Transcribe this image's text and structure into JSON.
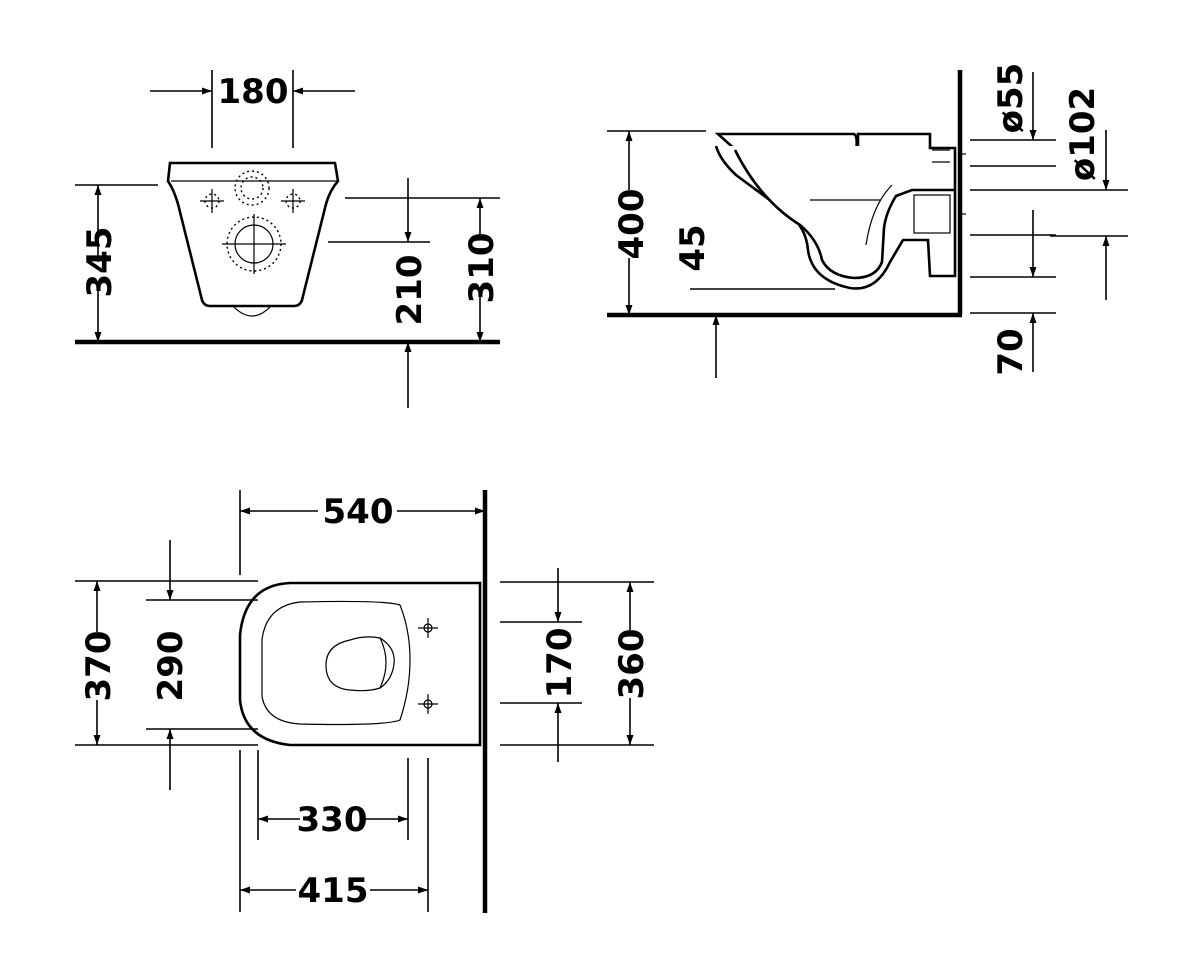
{
  "front_view": {
    "width_label": "180",
    "height_label": "345",
    "fixing_height_label": "210",
    "inlet_height_label": "310"
  },
  "side_view": {
    "height_label": "400",
    "seat_gap_label": "45",
    "outlet_diameter_label": "ø55",
    "inlet_diameter_label": "ø102",
    "floor_gap_label": "70"
  },
  "top_view": {
    "length_label": "540",
    "width_label": "370",
    "inner_width_label": "290",
    "bowl_length_label": "330",
    "rim_length_label": "415",
    "fixing_distance_label": "170",
    "rear_width_label": "360"
  }
}
